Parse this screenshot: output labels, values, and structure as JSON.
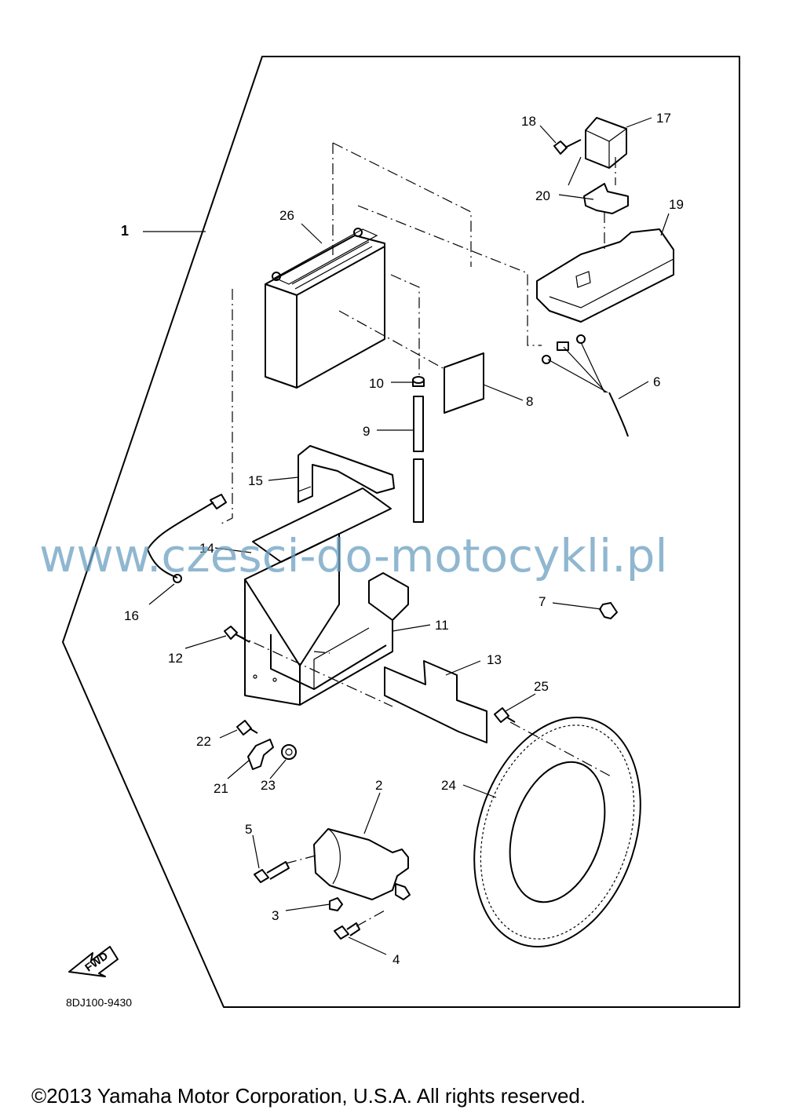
{
  "diagram": {
    "group_label": "1",
    "callouts": {
      "p2": "2",
      "p3": "3",
      "p4": "4",
      "p5": "5",
      "p6": "6",
      "p7": "7",
      "p8": "8",
      "p9": "9",
      "p10": "10",
      "p11": "11",
      "p12": "12",
      "p13": "13",
      "p14": "14",
      "p15": "15",
      "p16": "16",
      "p17": "17",
      "p18": "18",
      "p19": "19",
      "p20": "20",
      "p21": "21",
      "p22": "22",
      "p23": "23",
      "p24": "24",
      "p25": "25",
      "p26": "26"
    },
    "fwd_label": "FWD",
    "drawing_code": "8DJ100-9430"
  },
  "watermark": "www.czesci-do-motocykli.pl",
  "copyright": "©2013 Yamaha Motor Corporation, U.S.A. All rights reserved."
}
